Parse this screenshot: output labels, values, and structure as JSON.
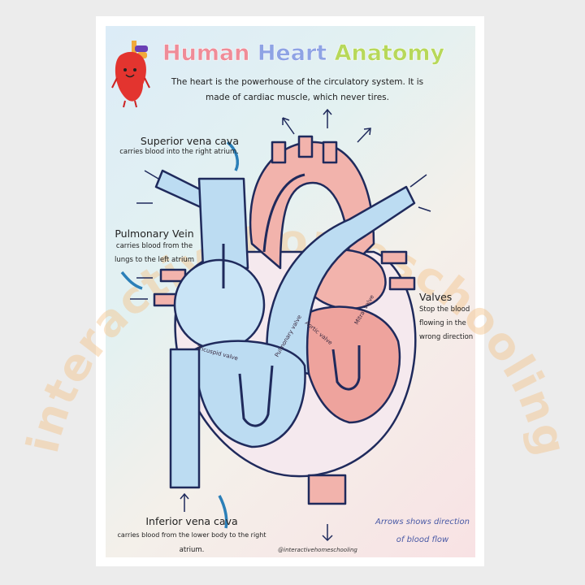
{
  "poster": {
    "title_words": [
      "Human",
      "Heart",
      "Anatomy"
    ],
    "title_colors": [
      "#ef8c98",
      "#8ea3e4",
      "#b7d85a"
    ],
    "intro": "The heart is the powerhouse of the circulatory system. It is made of cardiac muscle, which never tires.",
    "watermark": "interactivehomeschooling",
    "credit": "@interactivehomeschooling"
  },
  "labels": {
    "superior_vena_cava": {
      "title": "Superior vena cava",
      "desc": "carries blood into the right atrium."
    },
    "pulmonary_vein": {
      "title": "Pulmonary Vein",
      "desc_1": "carries blood from the",
      "desc_2": "lungs to the left atrium"
    },
    "valves": {
      "title": "Valves",
      "desc_1": "Stop the blood",
      "desc_2": "flowing in the",
      "desc_3": "wrong direction"
    },
    "inferior_vena_cava": {
      "title": "Inferior vena cava",
      "desc_1": "carries blood from the lower body to the right",
      "desc_2": "atrium."
    },
    "arrow_note": {
      "line_1": "Arrows shows direction",
      "line_2": "of blood flow"
    }
  },
  "valve_labels": {
    "tricuspid": "Tricuspid valve",
    "pulmonary": "Pulmonary valve",
    "aortic": "Aortic valve",
    "mitral": "Mitral valve"
  },
  "colors": {
    "deoxygenated": "#bcdcf2",
    "oxygenated": "#f2aea8",
    "outline": "#1f2a5c",
    "accent_arrow": "#2b7fb8"
  }
}
